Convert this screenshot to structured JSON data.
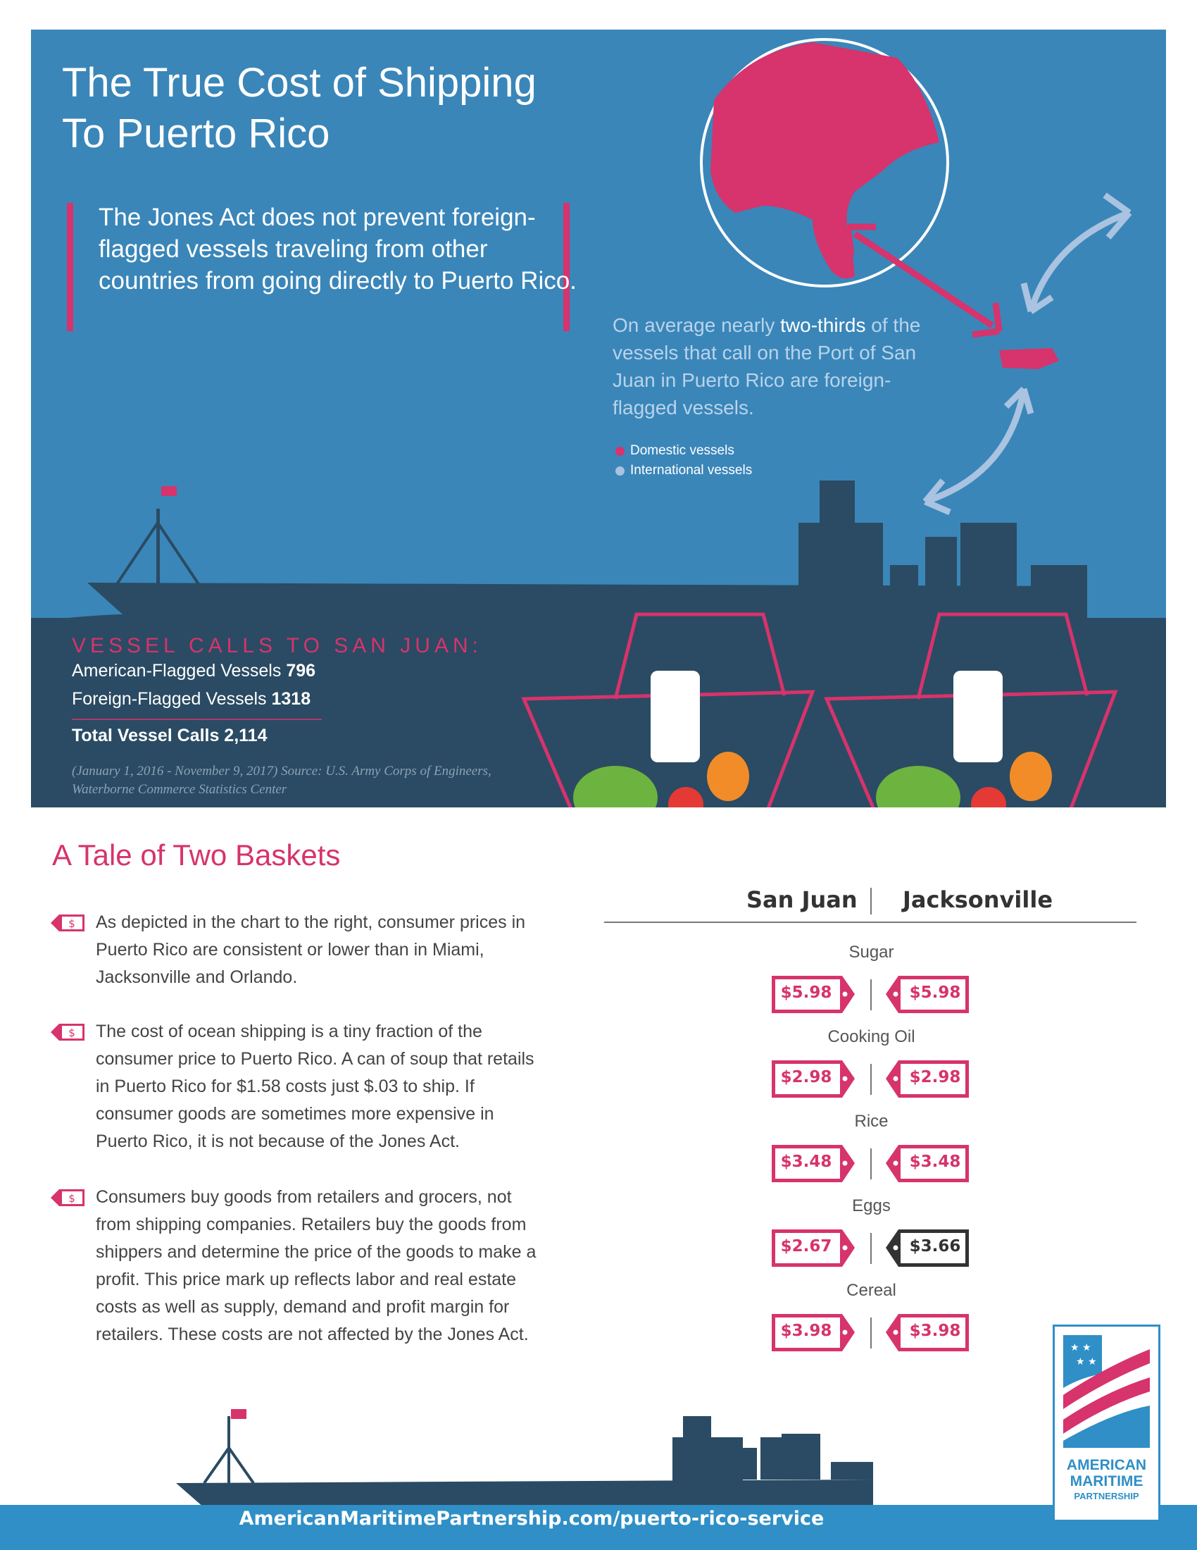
{
  "hero": {
    "title_line1": "The True Cost of Shipping",
    "title_line2": "To Puerto Rico",
    "quote": "The Jones Act does not prevent foreign-flagged vessels traveling from other countries from going directly to Puerto Rico.",
    "para_pre": "On average nearly ",
    "para_bold": "two-thirds",
    "para_post": " of the vessels that call on the Port of San Juan in Puerto Rico are foreign-flagged vessels.",
    "legend": [
      {
        "label": "Domestic vessels",
        "color": "#d7336c"
      },
      {
        "label": "International vessels",
        "color": "#a9c3e0"
      }
    ]
  },
  "vessel_calls": {
    "heading": "VESSEL CALLS TO SAN JUAN:",
    "american_label": "American-Flagged Vessels ",
    "american_value": "796",
    "foreign_label": "Foreign-Flagged Vessels ",
    "foreign_value": "1318",
    "total": "Total Vessel Calls 2,114",
    "source": "(January 1, 2016 - November 9, 2017) Source: U.S. Army Corps of Engineers, Waterborne Commerce Statistics Center"
  },
  "baskets": {
    "heading": "A Tale of Two Baskets",
    "bullets": [
      "As depicted in the chart to the right, consumer prices in Puerto Rico are consistent or lower than in Miami, Jacksonville and Orlando.",
      "The cost of ocean shipping is a tiny fraction of the consumer price to Puerto Rico. A can of soup that retails in Puerto Rico for $1.58 costs just $.03 to ship. If consumer goods are sometimes more expensive in Puerto Rico, it is not because of the Jones Act.",
      "Consumers buy goods from retailers and grocers, not from shipping companies. Retailers buy the goods from shippers and determine the price of the goods to make a profit. This price mark up reflects labor and real estate costs as well as supply, demand and profit margin for retailers. These costs are not affected by the Jones Act."
    ],
    "col_left": "San Juan",
    "col_right": "Jacksonville",
    "items": [
      {
        "name": "Sugar",
        "san_juan": "$5.98",
        "jacksonville": "$5.98",
        "highlight": false
      },
      {
        "name": "Cooking Oil",
        "san_juan": "$2.98",
        "jacksonville": "$2.98",
        "highlight": false
      },
      {
        "name": "Rice",
        "san_juan": "$3.48",
        "jacksonville": "$3.48",
        "highlight": false
      },
      {
        "name": "Eggs",
        "san_juan": "$2.67",
        "jacksonville": "$3.66",
        "highlight": true
      },
      {
        "name": "Cereal",
        "san_juan": "$3.98",
        "jacksonville": "$3.98",
        "highlight": false
      }
    ]
  },
  "footer": {
    "url": "AmericanMaritimePartnership.com/puerto-rico-service"
  },
  "logo": {
    "line1": "AMERICAN",
    "line2": "MARITIME",
    "line3": "PARTNERSHIP"
  },
  "colors": {
    "accent": "#d7336c",
    "blue": "#3a86b9",
    "navy": "#2a4b63"
  }
}
